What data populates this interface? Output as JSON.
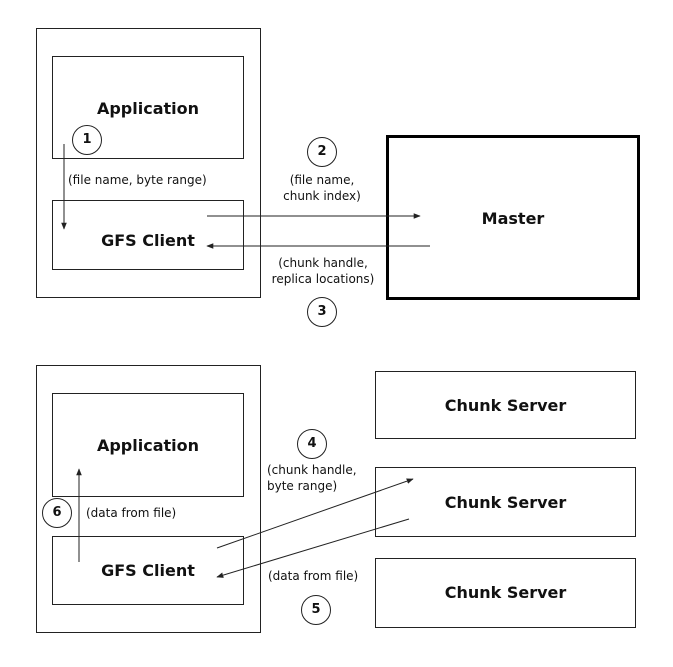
{
  "top": {
    "application_label": "Application",
    "client_label": "GFS Client",
    "master_label": "Master",
    "step1": "1",
    "step1_note": "(file name, byte range)",
    "step2": "2",
    "step2_note": "(file name,\nchunk index)",
    "step3": "3",
    "step3_note": "(chunk handle,\nreplica locations)"
  },
  "bottom": {
    "application_label": "Application",
    "client_label": "GFS Client",
    "chunk_servers": [
      "Chunk Server",
      "Chunk Server",
      "Chunk Server"
    ],
    "step4": "4",
    "step4_note": "(chunk handle,\nbyte range)",
    "step5": "5",
    "step5_note": "(data from file)",
    "step6": "6",
    "step6_note": "(data from file)"
  }
}
